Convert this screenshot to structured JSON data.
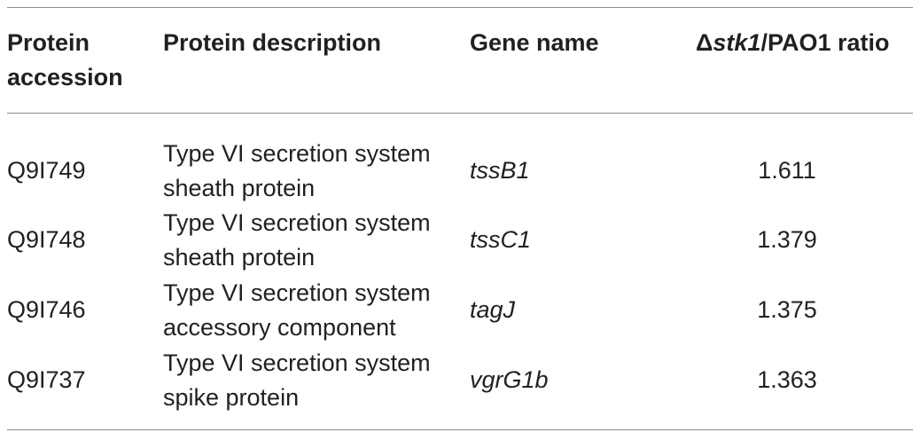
{
  "table": {
    "headers": {
      "accession": [
        "Protein",
        "accession"
      ],
      "description": "Protein description",
      "gene": "Gene name",
      "ratio_prefix": "Δ",
      "ratio_gene": "stk1",
      "ratio_suffix": "/PAO1 ratio"
    },
    "rows": [
      {
        "accession": "Q9I749",
        "description": [
          "Type VI secretion system",
          "sheath protein"
        ],
        "gene": "tssB1",
        "ratio": "1.611"
      },
      {
        "accession": "Q9I748",
        "description": [
          "Type VI secretion system",
          "sheath protein"
        ],
        "gene": "tssC1",
        "ratio": "1.379"
      },
      {
        "accession": "Q9I746",
        "description": [
          "Type VI secretion system",
          "accessory component"
        ],
        "gene": "tagJ",
        "ratio": "1.375"
      },
      {
        "accession": "Q9I737",
        "description": [
          "Type VI secretion system",
          "spike protein"
        ],
        "gene": "vgrG1b",
        "ratio": "1.363"
      }
    ]
  }
}
